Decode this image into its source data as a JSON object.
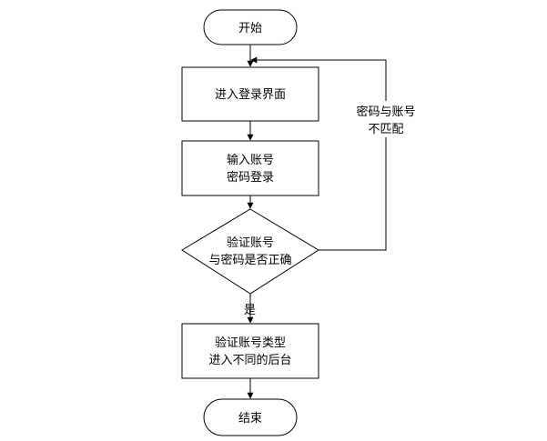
{
  "flowchart": {
    "start": "开始",
    "enter_login_page": "进入登录界面",
    "input_line1": "输入账号",
    "input_line2": "密码登录",
    "decision_line1": "验证账号",
    "decision_line2": "与密码是否正确",
    "yes_label": "是",
    "mismatch_line1": "密码与账号",
    "mismatch_line2": "不匹配",
    "verify_type_line1": "验证账号类型",
    "verify_type_line2": "进入不同的后台",
    "end": "结束"
  }
}
